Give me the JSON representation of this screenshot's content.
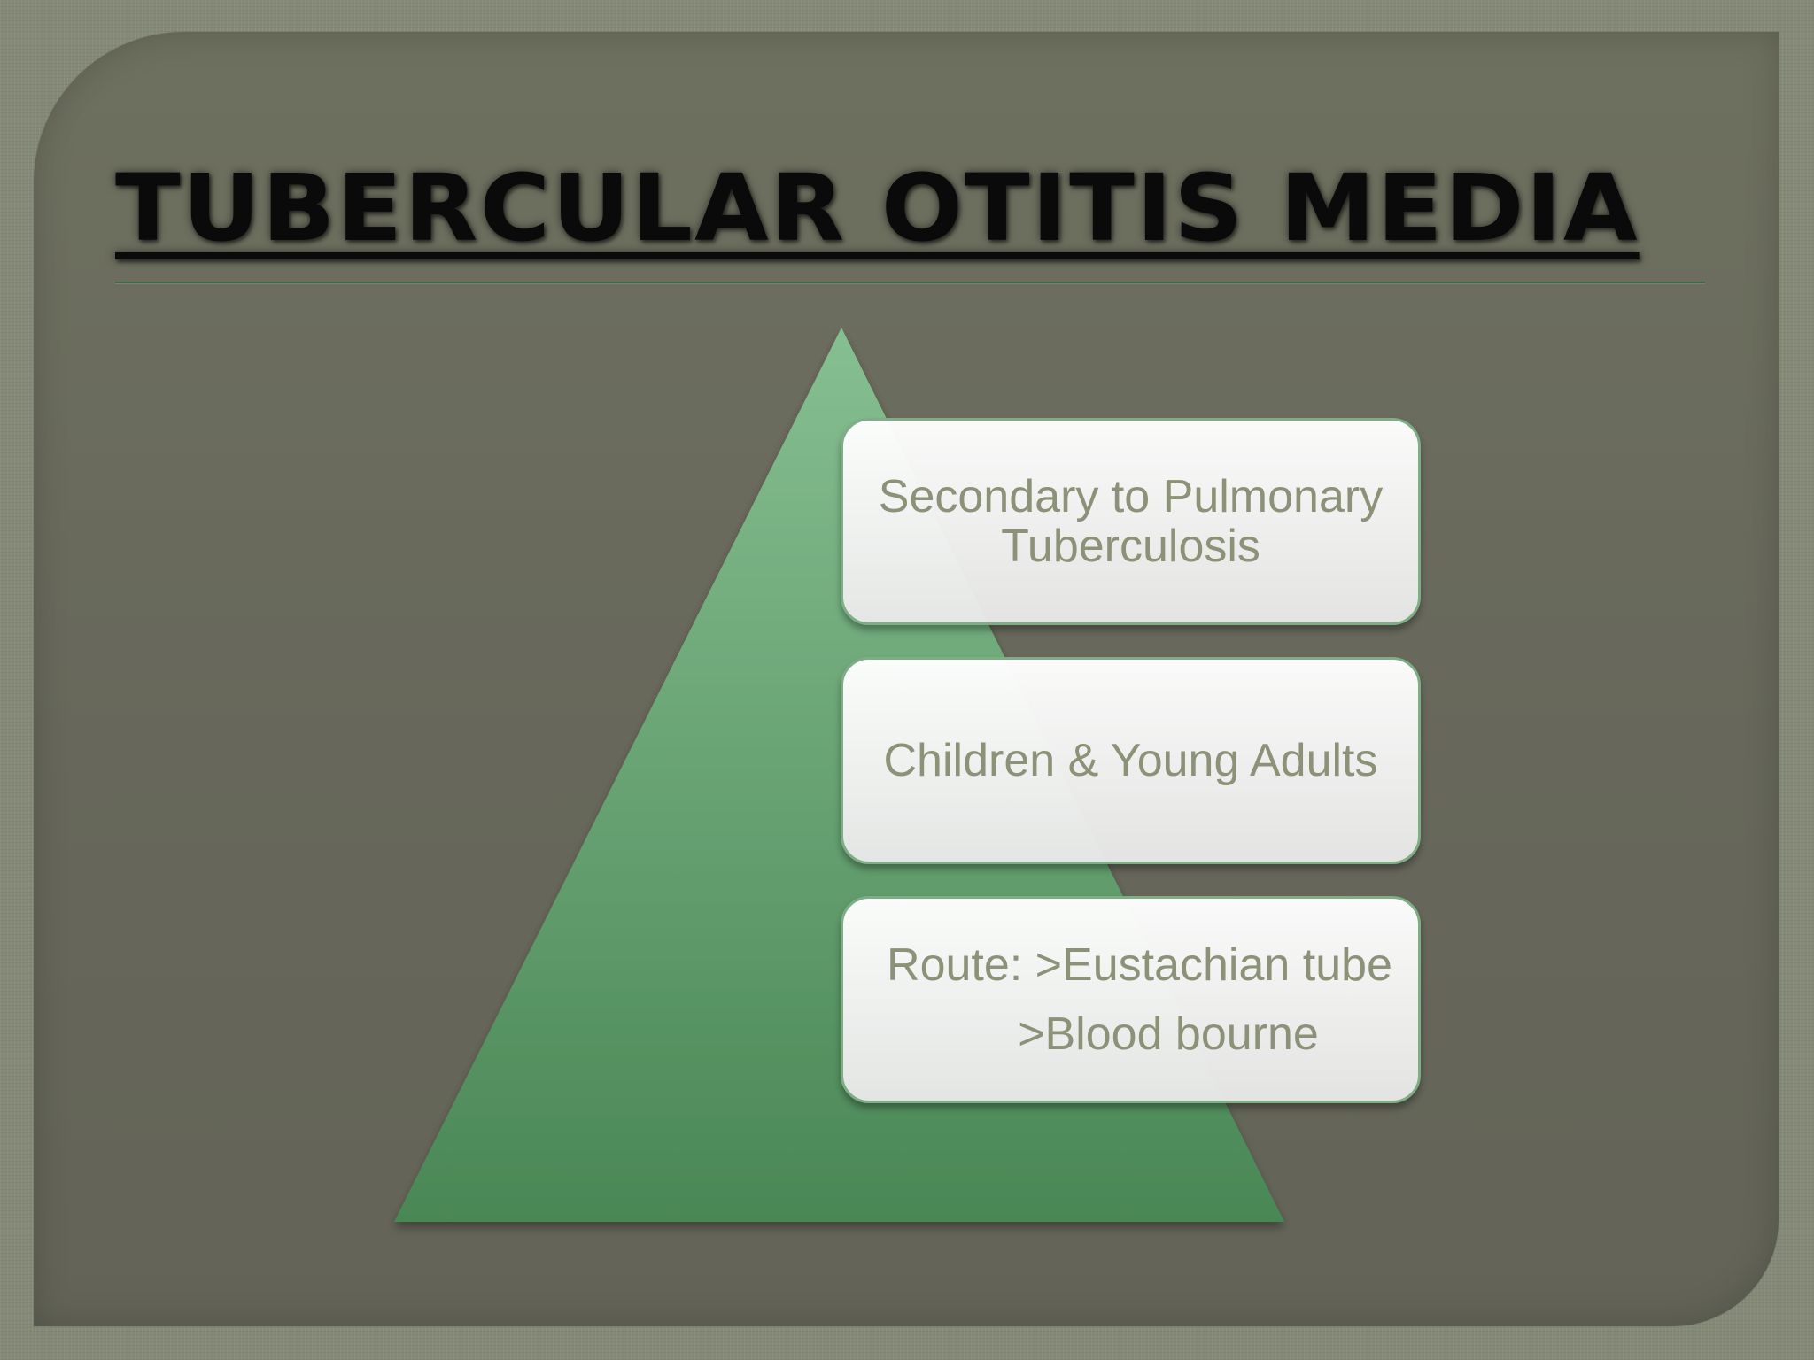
{
  "slide": {
    "title": "TUBERCULAR OTITIS MEDIA",
    "levels": [
      {
        "lines": [
          "Secondary to Pulmonary",
          "Tuberculosis"
        ]
      },
      {
        "lines": [
          "Children & Young Adults"
        ]
      },
      {
        "lines": [
          "Route: >Eustachian tube",
          ">Blood bourne"
        ]
      }
    ]
  },
  "colors": {
    "background": "#858a78",
    "panel": "#6a6b5e",
    "pyramid_top": "#86bf91",
    "pyramid_bottom": "#4a8756",
    "box_border": "#7fae86",
    "box_text": "#8c9278",
    "title_text": "#0a0a0a"
  }
}
